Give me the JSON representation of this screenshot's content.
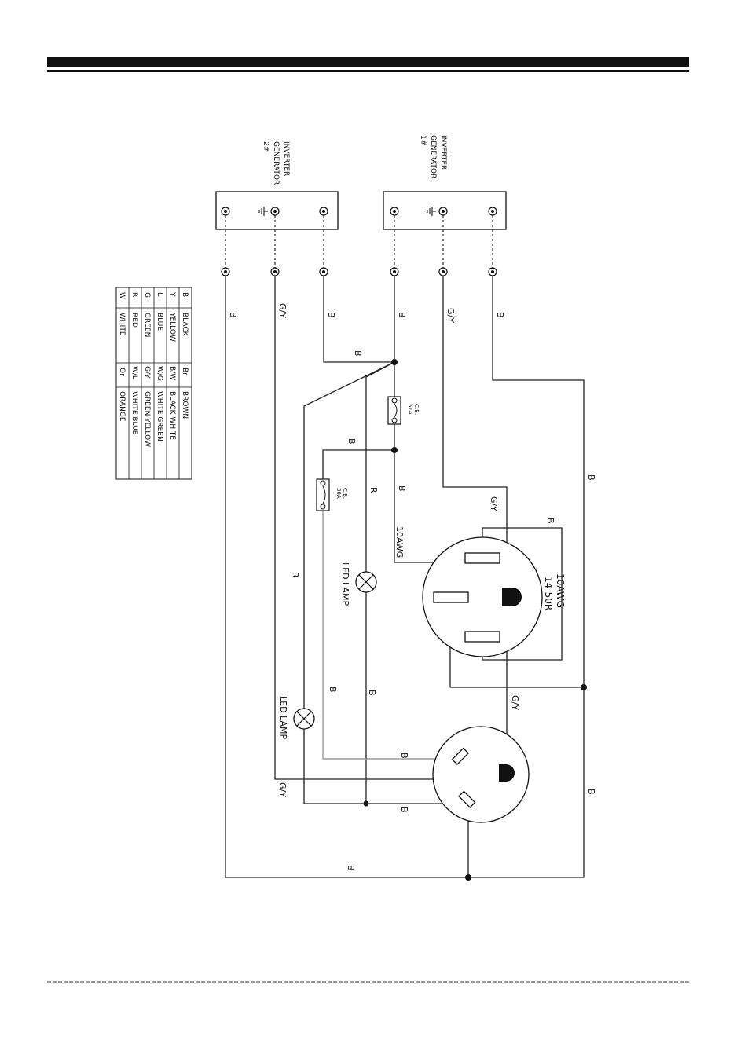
{
  "generators": [
    {
      "id": "gen2",
      "label_lines": [
        "INVERTER",
        "GENERATOR",
        "2#"
      ]
    },
    {
      "id": "gen1",
      "label_lines": [
        "INVERTER",
        "GENERATOR",
        "1#"
      ]
    }
  ],
  "wire_labels": {
    "B": "B",
    "GY": "G/Y",
    "R": "R",
    "awg10": "10AWG"
  },
  "breakers": [
    {
      "lines": [
        "C.B.",
        "51A"
      ]
    },
    {
      "lines": [
        "C.B.",
        "30A"
      ]
    }
  ],
  "lamps": [
    {
      "label": "LED LAMP"
    },
    {
      "label": "LED LAMP"
    }
  ],
  "receptacles": {
    "main": {
      "label": "14-50R",
      "awg": "10AWG"
    }
  },
  "legend": {
    "rows": [
      {
        "code": "B",
        "name": "BLACK",
        "code2": "Br",
        "name2": "BROWN"
      },
      {
        "code": "Y",
        "name": "YELLOW",
        "code2": "B/W",
        "name2": "BLACK WHITE"
      },
      {
        "code": "L",
        "name": "BLUE",
        "code2": "W/G",
        "name2": "WHITE GREEN"
      },
      {
        "code": "G",
        "name": "GREEN",
        "code2": "G/Y",
        "name2": "GREEN YELLOW"
      },
      {
        "code": "R",
        "name": "RED",
        "code2": "W/L",
        "name2": "WHITE BLUE"
      },
      {
        "code": "W",
        "name": "WHITE",
        "code2": "Or",
        "name2": "ORANGE"
      }
    ]
  }
}
